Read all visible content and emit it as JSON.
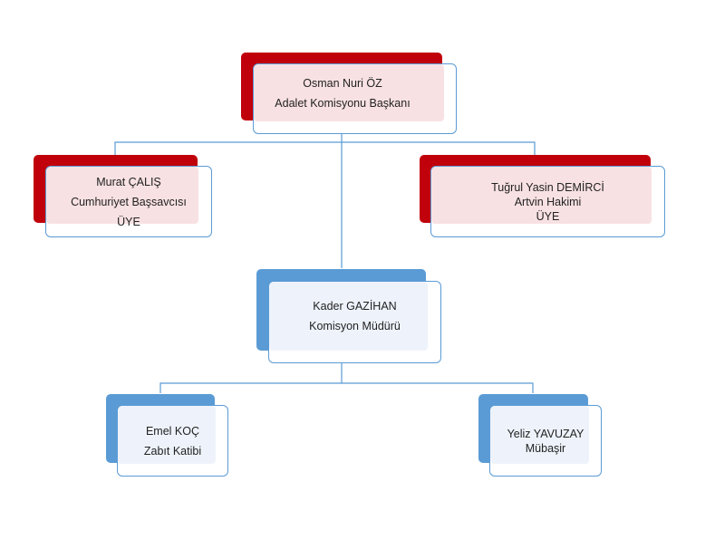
{
  "org_chart": {
    "head": {
      "name": "Osman Nuri ÖZ",
      "title": "Adalet Komisyonu Başkanı"
    },
    "members": [
      {
        "name": "Murat ÇALIŞ",
        "title": "Cumhuriyet Başsavcısı",
        "role": "ÜYE"
      },
      {
        "name": "Tuğrul Yasin DEMİRCİ",
        "title": "Artvin Hakimi",
        "role": "ÜYE"
      }
    ],
    "manager": {
      "name": "Kader GAZİHAN",
      "title": "Komisyon Müdürü"
    },
    "staff": [
      {
        "name": "Emel KOÇ",
        "title": "Zabıt Katibi"
      },
      {
        "name": "Yeliz YAVUZAY",
        "title": "Mübaşir"
      }
    ]
  },
  "colors": {
    "head_accent": "#c0000b",
    "head_fill": "#f8e1e3",
    "staff_accent": "#5b9bd5",
    "staff_fill": "#eef3fb",
    "border": "#5b9bd5",
    "connector": "#5b9bd5"
  }
}
